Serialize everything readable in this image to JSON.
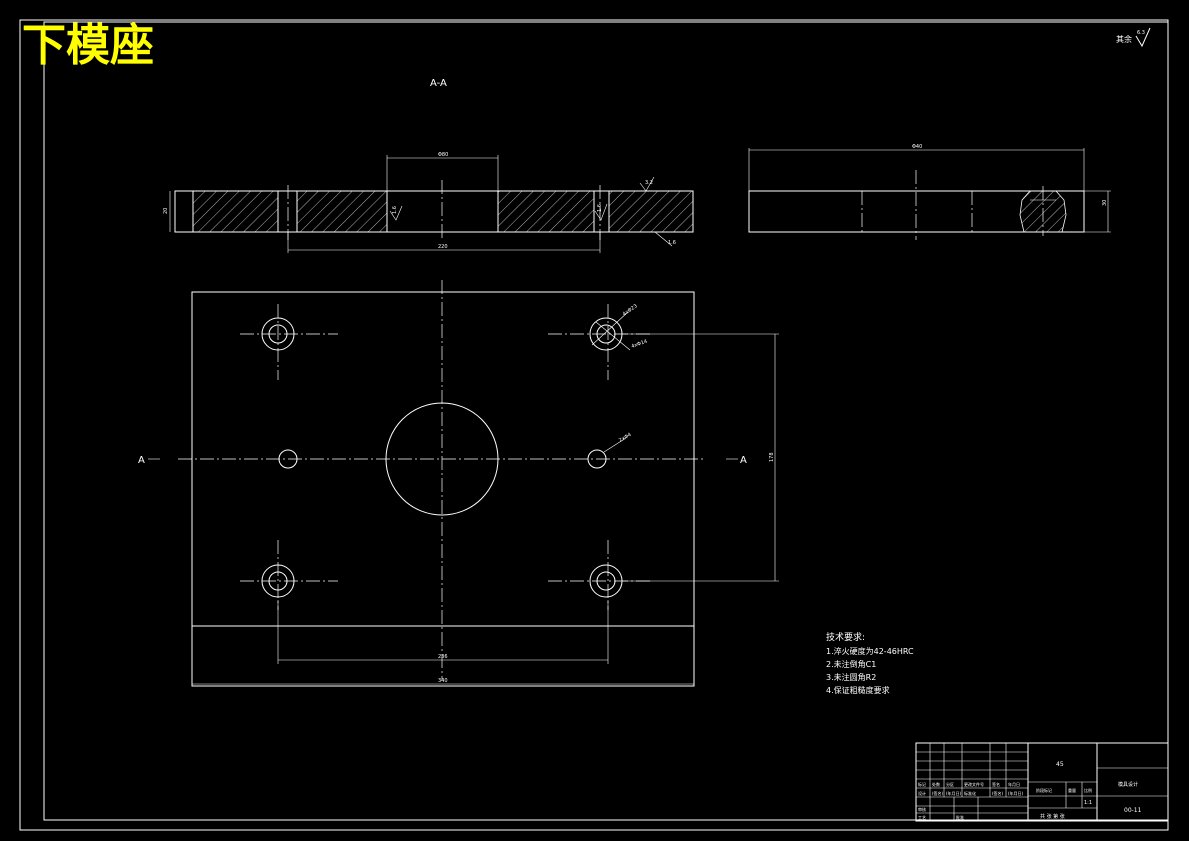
{
  "drawing": {
    "title": "下模座",
    "section_label": "A-A",
    "section_marker_left": "A",
    "section_marker_right": "A",
    "roughness_note": "其余",
    "roughness_value": "6.3"
  },
  "dimensions": {
    "top_bore": "Φ80",
    "sec_height": "20",
    "sec_width": "220",
    "right_width": "Φ40",
    "right_height": "30",
    "bottom_spacing": "236",
    "overall_width": "340",
    "vertical_span": "178",
    "hole_label_1": "4xΦ23",
    "hole_label_2": "4xΦ14",
    "hole_label_3": "2xΦ4",
    "rough_small_1": "1.6",
    "rough_small_2": "1.6",
    "rough_small_3": "3.2",
    "rough_small_4": "1.6"
  },
  "tech_requirements": {
    "heading": "技术要求:",
    "items": [
      "1.淬火硬度为42-46HRC",
      "2.未注倒角C1",
      "3.未注圆角R2",
      "4.保证粗糙度要求"
    ]
  },
  "title_block": {
    "material": "45",
    "part_name": "模具设计",
    "drawing_no": "00-11",
    "scale": "1:1",
    "row_labels": [
      "标记",
      "处数",
      "分区",
      "更改文件号",
      "签名",
      "年月日"
    ],
    "row_labels_2": [
      "设计",
      "(签名)",
      "(年月日)",
      "标准化",
      "(签名)",
      "(年月日)"
    ],
    "review": "审核",
    "process": "工艺",
    "approve": "批准",
    "stage_mark": "阶段标记",
    "weight": "重量",
    "ratio": "比例",
    "sheet": "共 张 第 张"
  }
}
